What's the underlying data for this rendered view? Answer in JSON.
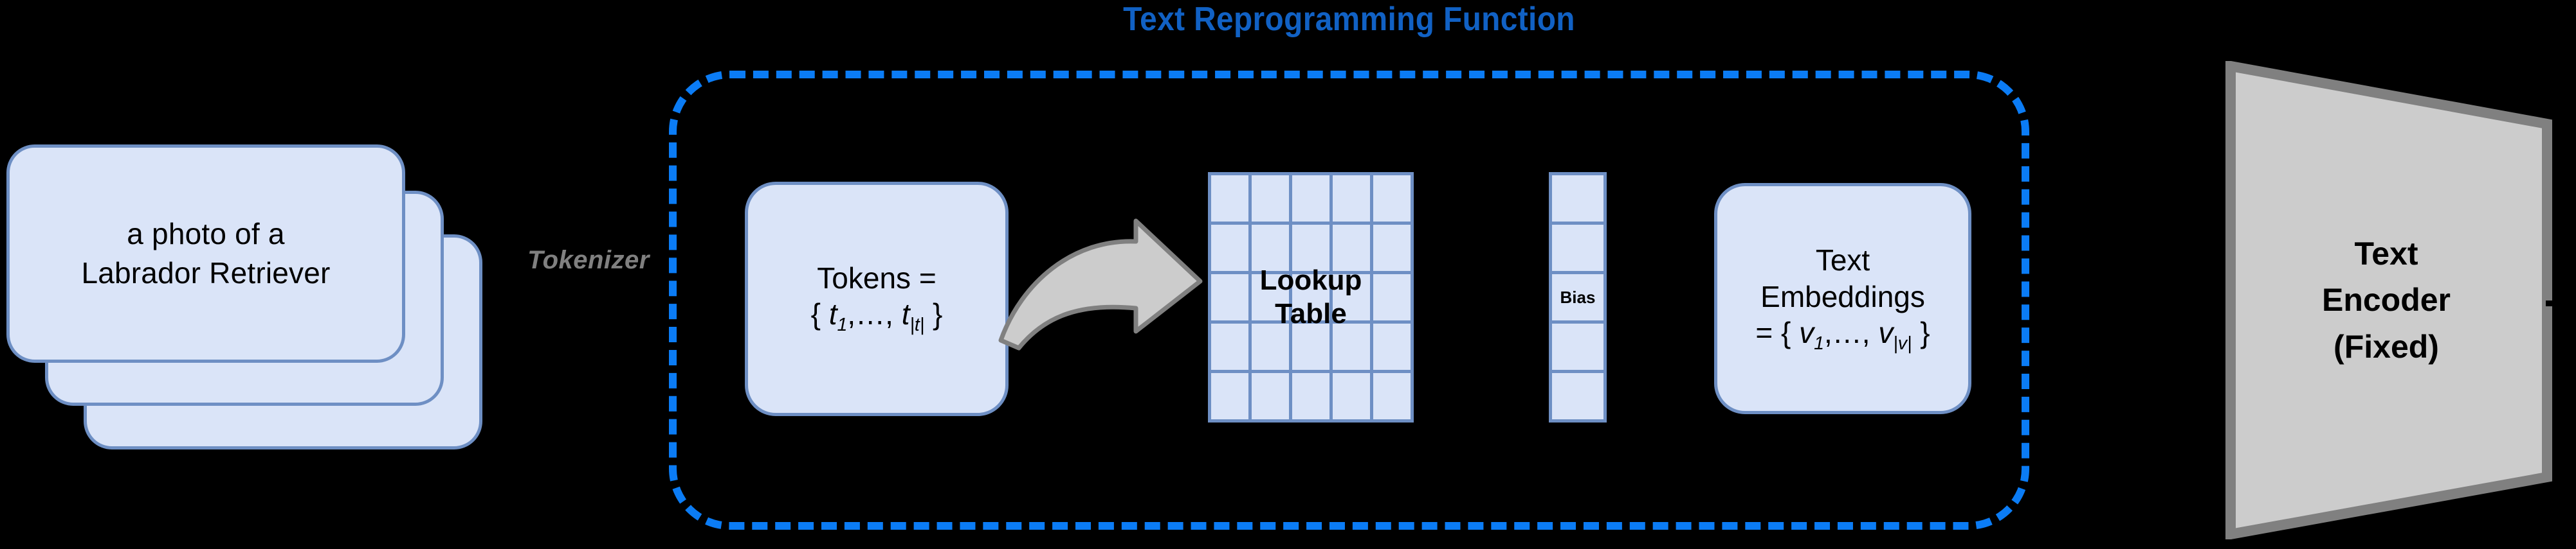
{
  "diagram": {
    "title": "Text Reprogramming Function",
    "title_color": "#1161c4",
    "dashed_border_color": "#0b7cf5",
    "box_fill": "#dae4f8",
    "box_border": "#6e8fc4",
    "encoder_fill": "#cccccc",
    "encoder_border": "#808080",
    "arrow_color": "#cccccc"
  },
  "prompt_stack": {
    "label": "a photo of a\nLabrador Retriever",
    "card_count": 3
  },
  "tokenizer": {
    "label": "Tokenizer"
  },
  "tokens_box": {
    "line1": "Tokens =",
    "line2_prefix": "{ ",
    "token_symbol": "t",
    "token_first_index": "1",
    "token_ellipsis": ",…, ",
    "token_last_index": "|t|",
    "line2_suffix": " }"
  },
  "arrow": {
    "name": "curved-lookup-arrow"
  },
  "lookup_table": {
    "label": "Lookup\nTable",
    "rows": 5,
    "cols": 5
  },
  "bias": {
    "label": "Bias",
    "rows": 5,
    "cols": 1
  },
  "embeddings_box": {
    "line1": "Text",
    "line2": "Embeddings",
    "line3_prefix": "= { ",
    "vector_symbol": "v",
    "vector_first_index": "1",
    "vector_ellipsis": ",…, ",
    "vector_last_index": "|v|",
    "line3_suffix": " }"
  },
  "text_encoder": {
    "line1": "Text",
    "line2": "Encoder",
    "line3": "(Fixed)"
  }
}
